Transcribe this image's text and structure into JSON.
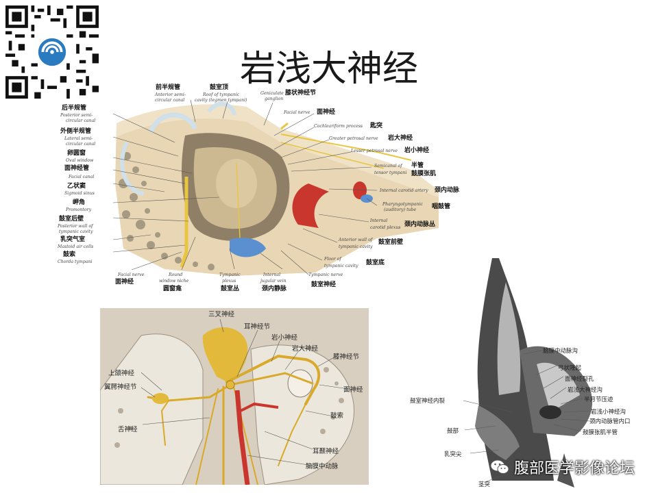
{
  "page": {
    "title": "岩浅大神经"
  },
  "watermark": {
    "text": "腹部医学影像论坛"
  },
  "colors": {
    "bone": "#e8d6b4",
    "nerve": "#e8c640",
    "artery": "#c8362e",
    "vein": "#5a8fd0",
    "bg_panel": "#d9cfc0"
  },
  "figure_top": {
    "labels": {
      "anterior_scc_zh": "前半规管",
      "anterior_scc_en1": "Anterior semi-",
      "anterior_scc_en2": "circular canal",
      "roof_zh": "鼓室顶",
      "roof_en1": "Roof of tympanic",
      "roof_en2": "cavity (tegmen tympani)",
      "geniculate_en1": "Geniculate",
      "geniculate_en2": "ganglion",
      "geniculate_zh": "膝状神经节",
      "facial_nerve_en": "Facial nerve",
      "facial_nerve_zh": "面神经",
      "cochleariform_en": "Cochleariform process",
      "cochleariform_zh": "匙突",
      "gpn_en": "Greater petrosal nerve",
      "gpn_zh": "岩大神经",
      "lpn_en": "Lesser petrosal nerve",
      "lpn_zh": "岩小神经",
      "semicanal_en1": "Semicanal of",
      "semicanal_en2": "tensor tympani",
      "semicanal_zh1": "半管",
      "semicanal_zh2": "鼓膜张肌",
      "ica_en": "Internal carotid artery",
      "ica_zh": "颈内动脉",
      "pharyngo_en1": "Pharyngotympanic",
      "pharyngo_en2": "(auditory) tube",
      "pharyngo_zh": "咽鼓管",
      "carotid_plexus_en1": "Internal",
      "carotid_plexus_en2": "carotid plexus",
      "carotid_plexus_zh": "颈内动脉丛",
      "anterior_wall_en1": "Anterior wall of",
      "anterior_wall_en2": "tympanic cavity",
      "anterior_wall_zh": "鼓室前壁",
      "floor_en1": "Floor of",
      "floor_en2": "tympanic cavity",
      "floor_zh": "鼓室底",
      "tympanic_nerve_en": "Tympanic nerve",
      "tympanic_nerve_zh": "鼓室神经",
      "ijv_en1": "Internal",
      "ijv_en2": "jugular vein",
      "ijv_zh": "颈内静脉",
      "tymp_plexus_en1": "Tympanic",
      "tymp_plexus_en2": "plexus",
      "tymp_plexus_zh": "鼓室丛",
      "round_window_en1": "Round",
      "round_window_en2": "window niche",
      "round_window_zh": "圆窗龛",
      "facial_nerve2_en": "Facial nerve",
      "facial_nerve2_zh": "面神经",
      "posterior_scc_zh": "后半规管",
      "posterior_scc_en1": "Posterior semi-",
      "posterior_scc_en2": "circular canal",
      "lateral_scc_zh": "外侧半规管",
      "lateral_scc_en1": "Lateral semi-",
      "lateral_scc_en2": "circular canal",
      "oval_window_zh": "卵圆窗",
      "oval_window_en": "Oval window",
      "facial_canal_zh": "面神经管",
      "facial_canal_en": "Facial canal",
      "sigmoid_zh": "乙状窦",
      "sigmoid_en": "Sigmoid sinus",
      "promontory_zh": "岬角",
      "promontory_en": "Promontory",
      "post_wall_zh": "鼓室后壁",
      "post_wall_en1": "Posterior wall of",
      "post_wall_en2": "tympanic cavity",
      "mastoid_zh": "乳突气室",
      "mastoid_en": "Mastoid air cells",
      "chorda_zh": "鼓索",
      "chorda_en": "Chorda tympani"
    }
  },
  "figure_bottom_left": {
    "labels": {
      "trigeminal": "三叉神经",
      "auricular_ganglion": "耳神经节",
      "lpn": "岩小神经",
      "gpn": "岩大神经",
      "geniculate": "膝神经节",
      "facial": "面神经",
      "chorda": "鼓索",
      "auriculotemporal": "耳颞神经",
      "mma": "脑膜中动脉",
      "lingual": "舌神经",
      "pterygopalatine": "翼腭神经节",
      "maxillary": "上颌神经"
    }
  },
  "figure_bottom_right": {
    "labels": {
      "mma_groove": "脑膜中动脉沟",
      "arcuate": "弓状隆起",
      "facial_hiatus": "面神经裂孔",
      "gpn_groove": "岩浅大神经沟",
      "semilunar": "半月节压迹",
      "lpn_groove": "岩浅小神经沟",
      "carotid_inner": "颈内动脉管内口",
      "tensor": "鼓膜张肌半管",
      "tympanic_fissure": "鼓室神经内裂",
      "tympanic_part": "鼓部",
      "mastoid": "乳突尖",
      "styloid": "茎突"
    }
  }
}
